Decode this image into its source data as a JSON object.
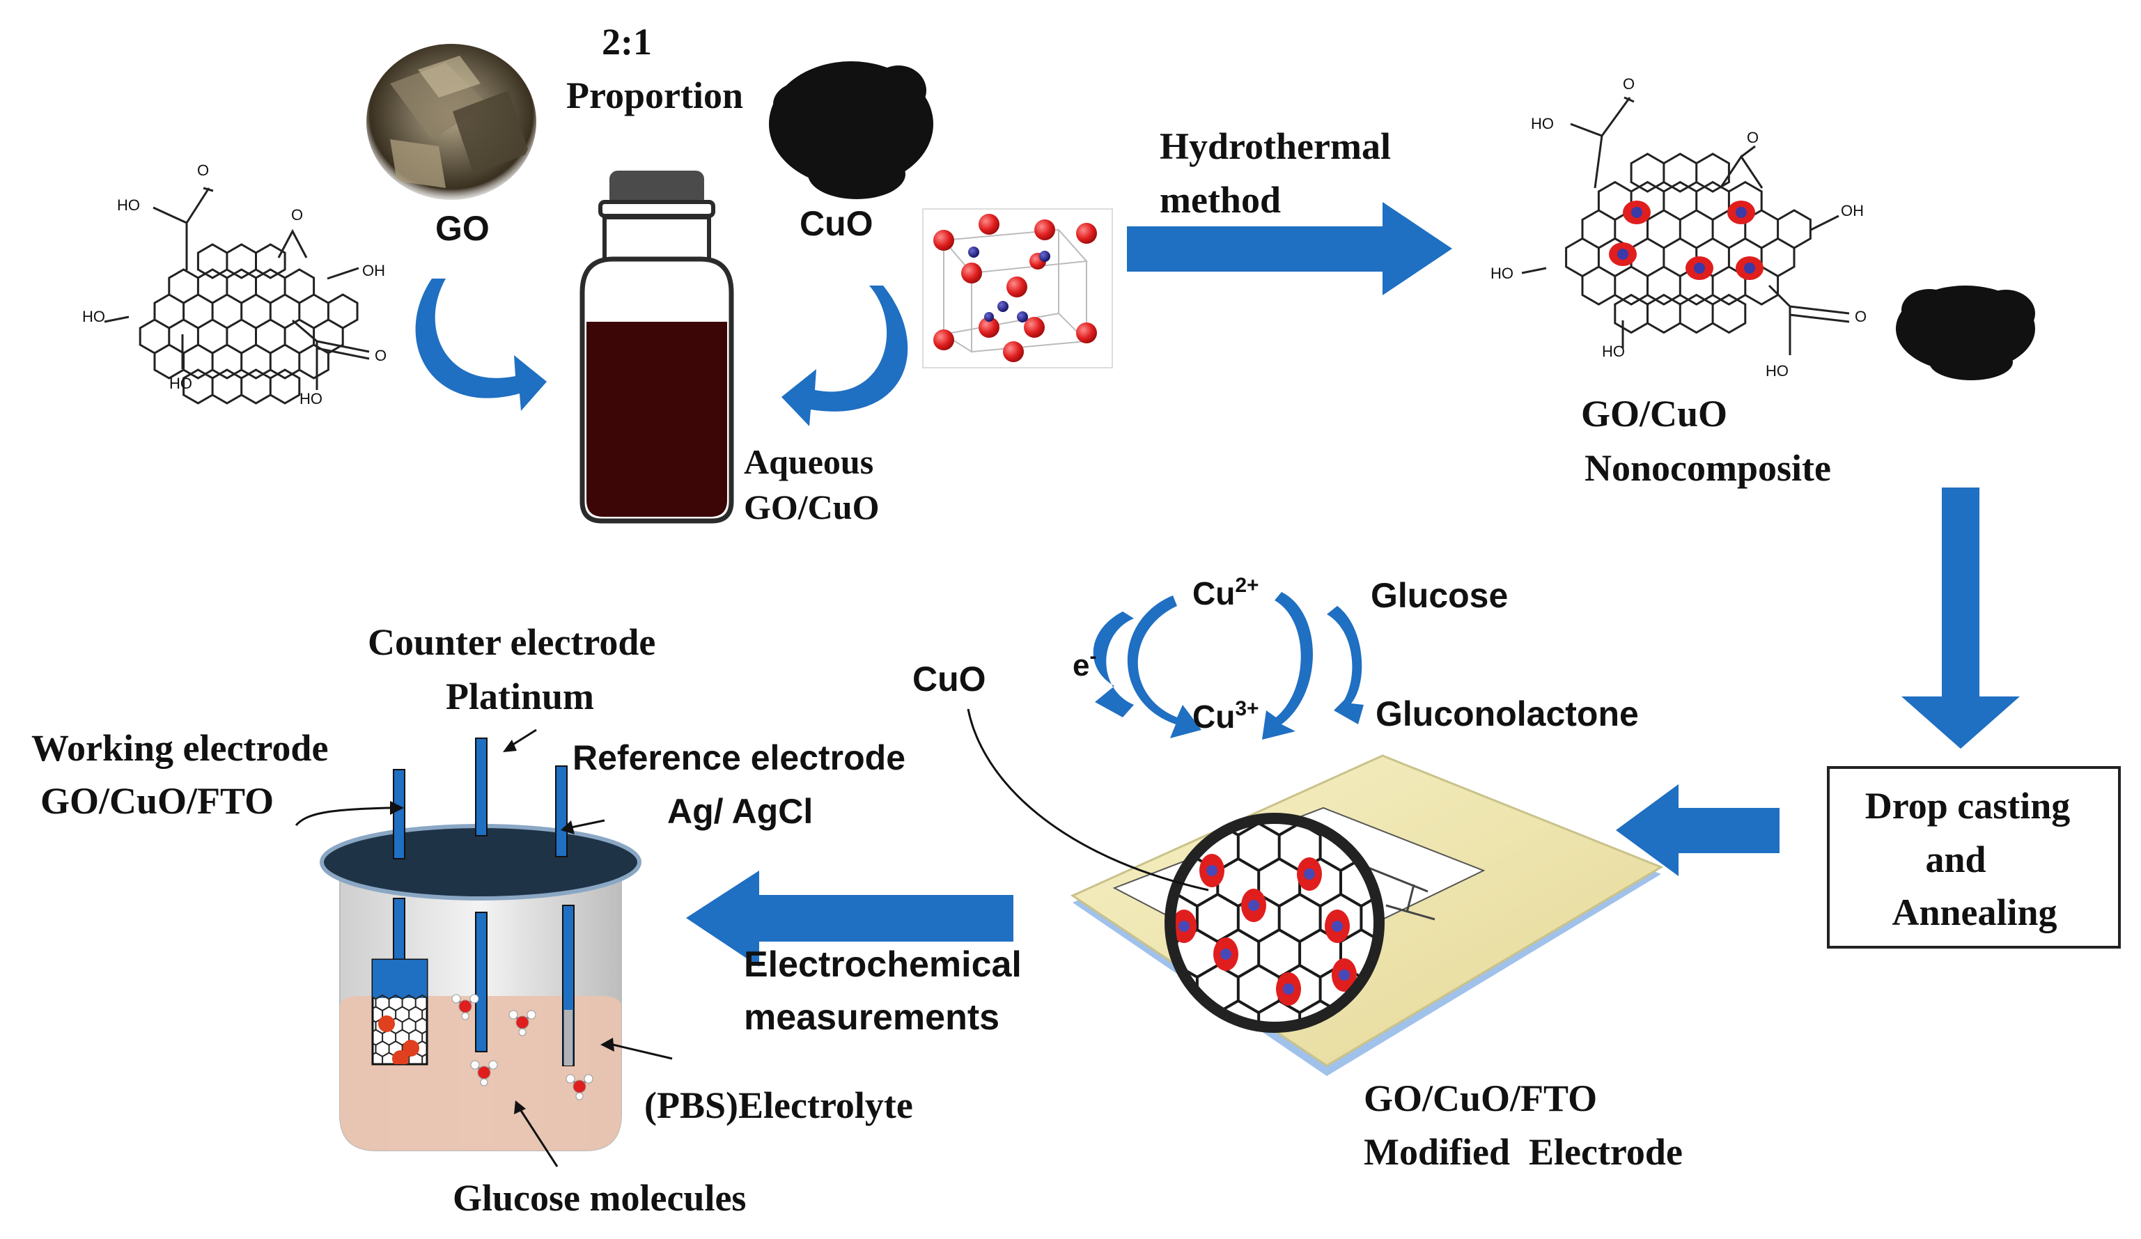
{
  "labels": {
    "ratio": "2:1",
    "proportion": "Proportion",
    "go": "GO",
    "cuo_top": "CuO",
    "aqueous_line1": "Aqueous",
    "aqueous_line2": "GO/CuO",
    "hydro_line1": "Hydrothermal",
    "hydro_line2": "method",
    "nano_line1": "GO/CuO",
    "nano_line2": "Nonocomposite",
    "drop_line1": "Drop casting",
    "drop_line2": "and",
    "drop_line3": "Annealing",
    "fto_line1": "GO/CuO/FTO",
    "fto_line2": "Modified  Electrode",
    "electrochem_line1": "Electrochemical",
    "electrochem_line2": "measurements",
    "counter_line1": "Counter electrode",
    "counter_line2": "Platinum",
    "working_line1": "Working electrode",
    "working_line2": "GO/CuO/FTO",
    "reference_line1": "Reference electrode",
    "reference_line2": "Ag/ AgCl",
    "electrolyte": "(PBS)Electrolyte",
    "glucose_molecules": "Glucose molecules",
    "cuo_mid": "CuO",
    "cu2": "Cu",
    "cu2_sup": "2+",
    "cu3": "Cu",
    "cu3_sup": "3+",
    "electron": "e",
    "electron_sup": "-",
    "glucose": "Glucose",
    "gluconolactone": "Gluconolactone"
  },
  "go_structure": {
    "ho_left_top": "HO",
    "oh_right": "OH",
    "ho_left": "HO",
    "ho_bottom": "HO",
    "ho_bottom_right": "HO",
    "o_top": "O",
    "o_epoxy": "O",
    "o_right": "O"
  },
  "nano_structure": {
    "ho_top": "HO",
    "o_top": "O",
    "o_epoxy": "O",
    "oh_right": "OH",
    "ho_left": "HO",
    "ho_bottom": "HO",
    "ho_bottom_right": "HO",
    "o_right": "O"
  },
  "colors": {
    "arrow_blue": "#1f6fc2",
    "solution": "#3d0606",
    "beaker_lid": "#1f3347",
    "electrolyte": "#e8c4b0",
    "oxygen": "#e01e1e",
    "copper": "#1a1a8a",
    "substrate_blue": "#8fb6e6",
    "film": "#efe6a6"
  }
}
